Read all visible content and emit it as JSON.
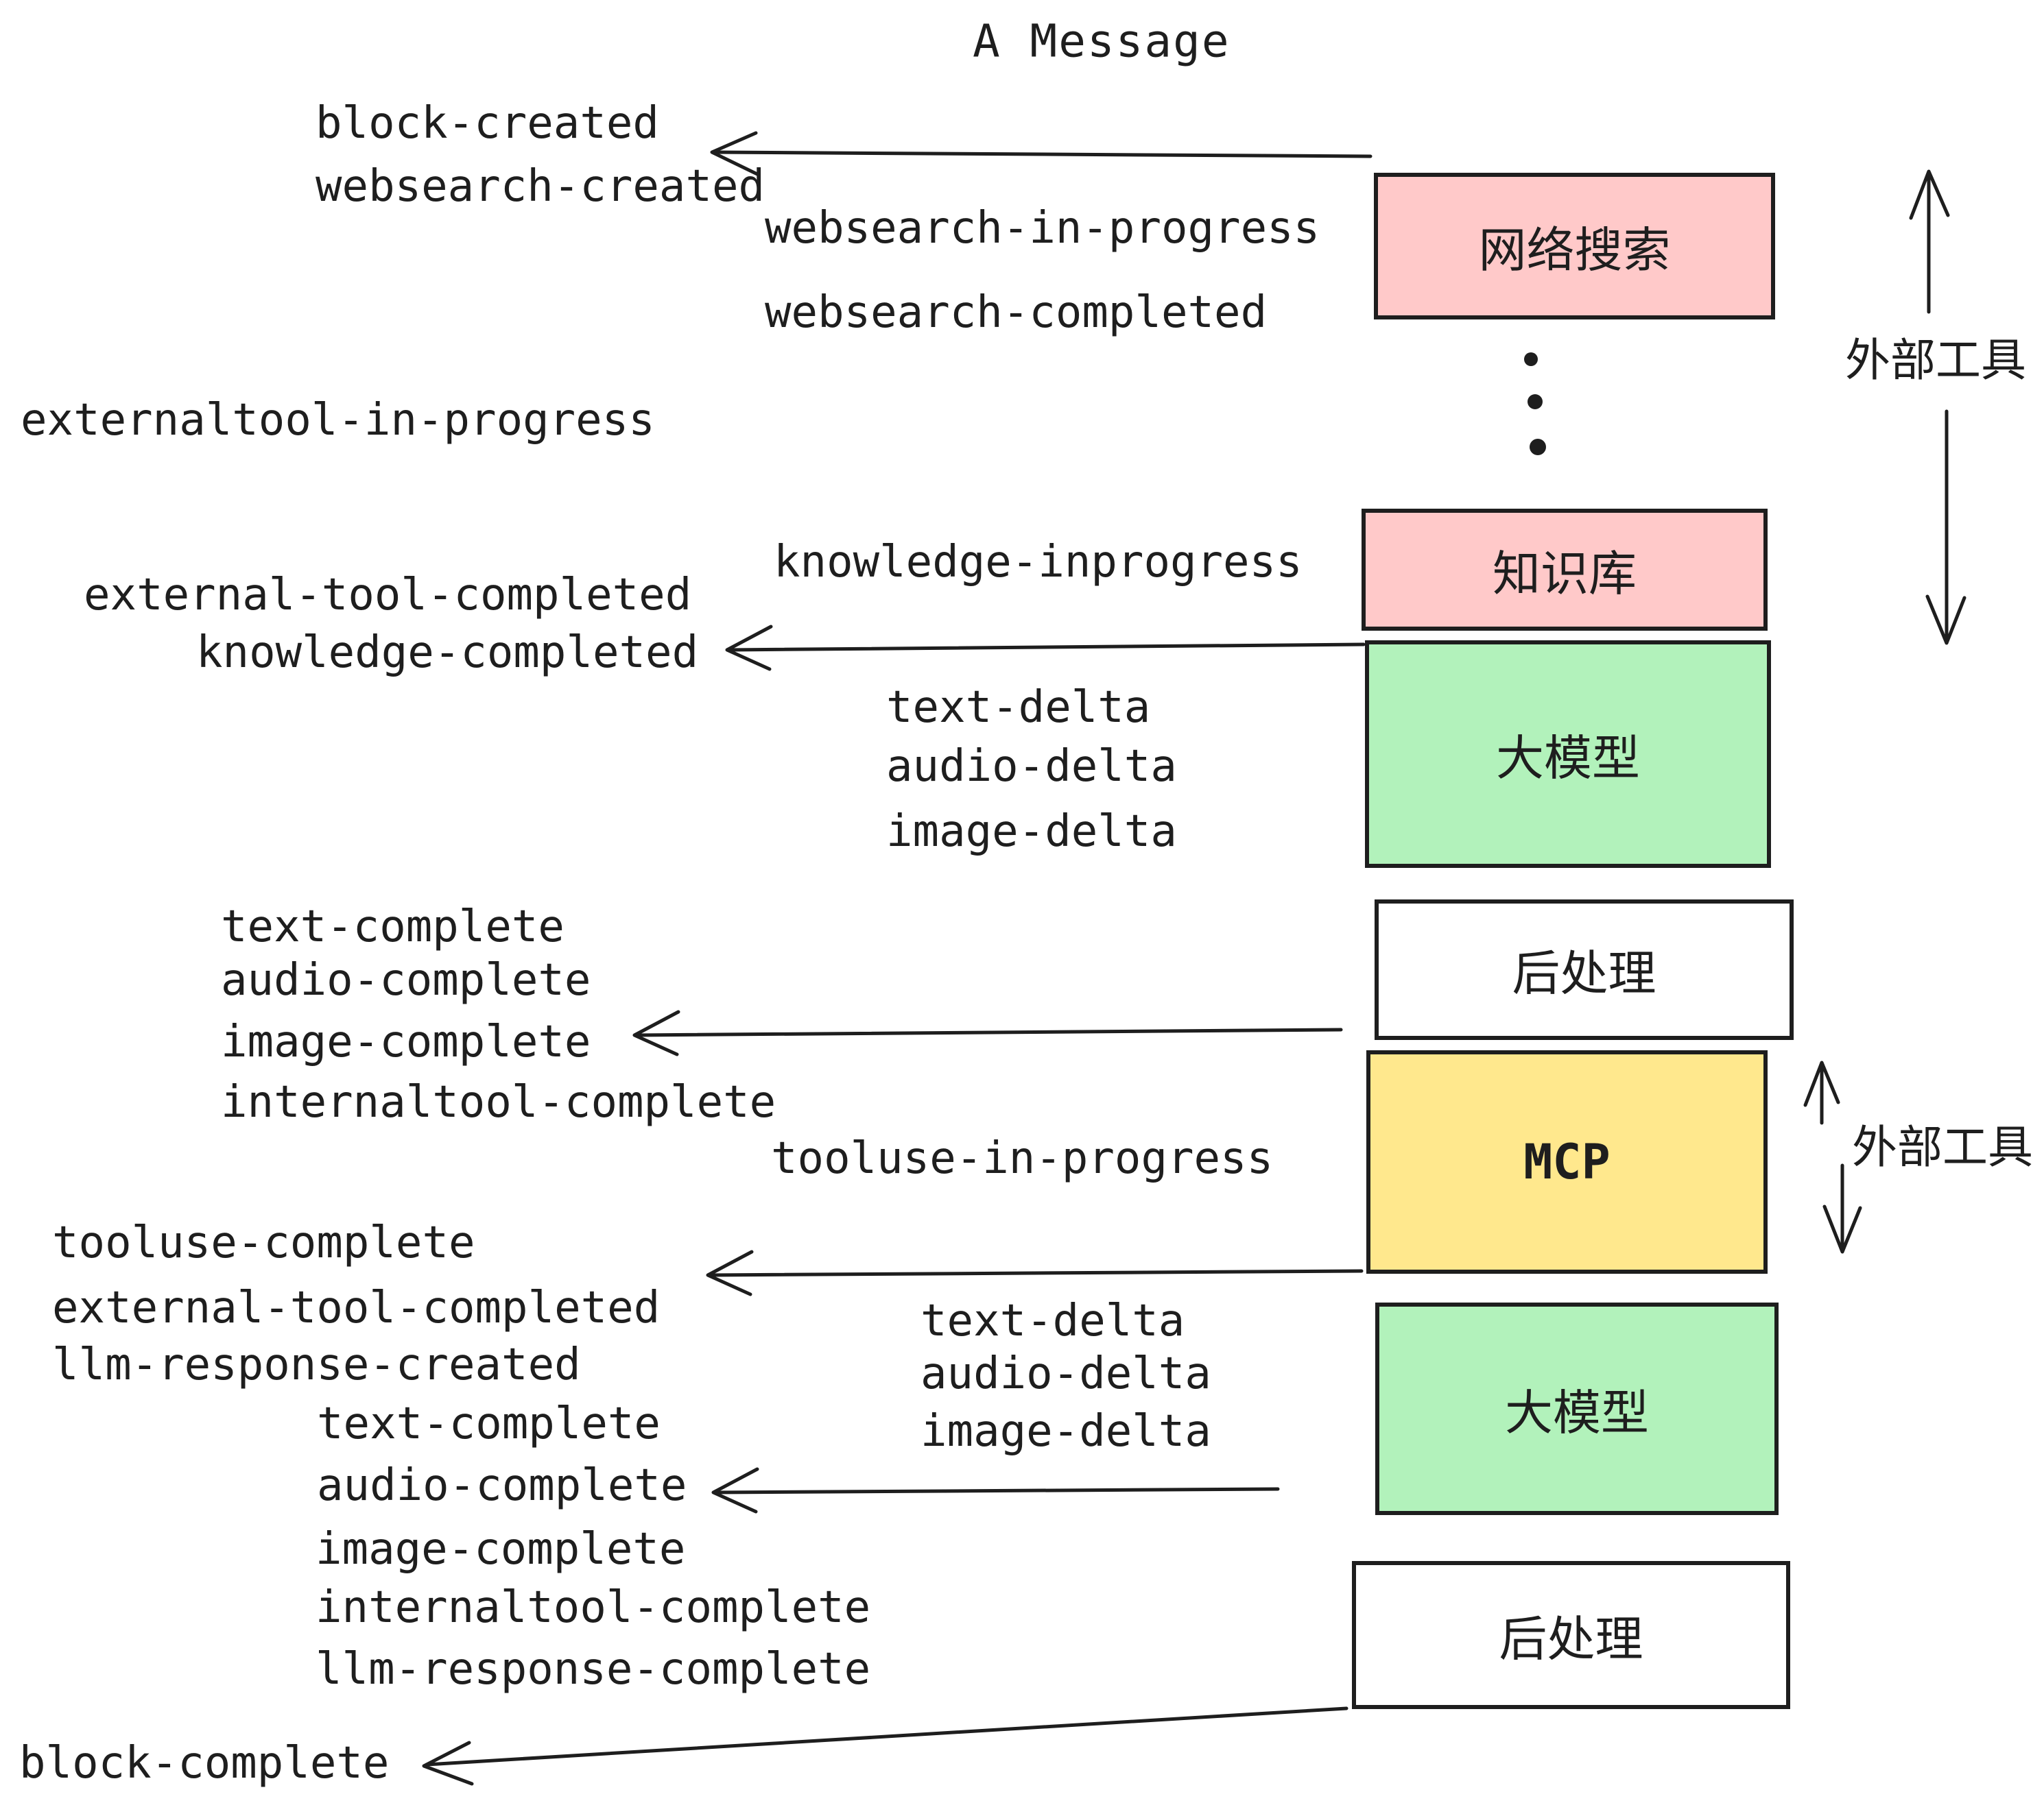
{
  "title": "A Message",
  "colors": {
    "stroke": "#1e1e1e",
    "background": "#ffffff",
    "pink": "#ffc9c9",
    "green": "#b2f2bb",
    "yellow": "#ffe88d",
    "white": "#ffffff"
  },
  "nodes": [
    {
      "id": "websearch",
      "label": "网络搜索"
    },
    {
      "id": "knowledge",
      "label": "知识库"
    },
    {
      "id": "llm-1",
      "label": "大模型"
    },
    {
      "id": "postprocess-1",
      "label": "后处理"
    },
    {
      "id": "mcp",
      "label": "MCP"
    },
    {
      "id": "llm-2",
      "label": "大模型"
    },
    {
      "id": "postprocess-2",
      "label": "后处理"
    }
  ],
  "side_labels": [
    {
      "text": "外部工具"
    },
    {
      "text": "外部工具"
    }
  ],
  "events": [
    {
      "text": "block-created"
    },
    {
      "text": "websearch-created"
    },
    {
      "text": "websearch-in-progress"
    },
    {
      "text": "websearch-completed"
    },
    {
      "text": "externaltool-in-progress"
    },
    {
      "text": "knowledge-inprogress"
    },
    {
      "text": "external-tool-completed"
    },
    {
      "text": "knowledge-completed"
    },
    {
      "text": "text-delta"
    },
    {
      "text": "audio-delta"
    },
    {
      "text": "image-delta"
    },
    {
      "text": "text-complete"
    },
    {
      "text": "audio-complete"
    },
    {
      "text": "image-complete"
    },
    {
      "text": "internaltool-complete"
    },
    {
      "text": "tooluse-in-progress"
    },
    {
      "text": "tooluse-complete"
    },
    {
      "text": "external-tool-completed"
    },
    {
      "text": "llm-response-created"
    },
    {
      "text": "text-complete"
    },
    {
      "text": "audio-complete"
    },
    {
      "text": "text-delta"
    },
    {
      "text": "audio-delta"
    },
    {
      "text": "image-delta"
    },
    {
      "text": "image-complete"
    },
    {
      "text": "internaltool-complete"
    },
    {
      "text": "llm-response-complete"
    },
    {
      "text": "block-complete"
    }
  ]
}
